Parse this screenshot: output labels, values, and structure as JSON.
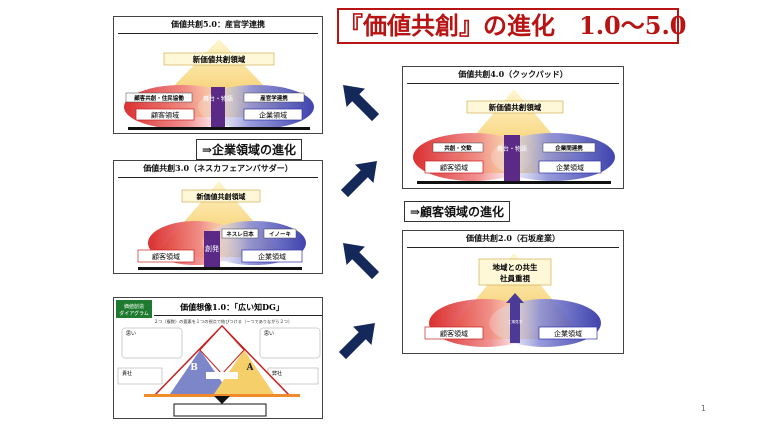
{
  "title": "『価値共創』の進化　1.0～5.0",
  "page_number": "1",
  "callouts": {
    "company": "⇒企業領域の進化",
    "customer": "⇒顧客領域の進化"
  },
  "panels": {
    "v5": {
      "title": "価値共創5.0：産官学連携",
      "new_domain": "新価値共創領域",
      "left_tag": "顧客共創・住民協働",
      "center": "舞台・物語",
      "right_tag": "産官学連携",
      "customer": "顧客領域",
      "company": "企業領域"
    },
    "v4": {
      "title": "価値共創4.0（クックパッド）",
      "new_domain": "新価値共創領域",
      "left_tag": "共創・交歓",
      "center": "舞台・物語",
      "right_tag": "企業間連携",
      "customer": "顧客領域",
      "company": "企業領域"
    },
    "v3": {
      "title": "価値共創3.0（ネスカフェアンバサダー）",
      "new_domain": "新価値共創領域",
      "tag1": "ネスレ日本",
      "tag2": "イノーキ",
      "center": "創発",
      "customer": "顧客領域",
      "company": "企業領域"
    },
    "v2": {
      "title": "価値共創2.0（石坂産業）",
      "new_domain_line1": "地域との共生",
      "new_domain_line2": "社員重視",
      "center": "工場見学",
      "customer": "顧客領域",
      "company": "企業領域"
    },
    "v1": {
      "badge_line1": "価値創造",
      "badge_line2": "ダイアグラム",
      "title": "価値想像1.0：「広い知DG」",
      "subtitle": "２つ（複数）の要素を１つの視点で結びつける（ーつでありながら２つ）",
      "omoi_left": "思い",
      "omoi_right": "思い",
      "kisha": "貴社",
      "heisha": "弊社",
      "b": "B",
      "a": "A"
    }
  },
  "colors": {
    "title_red": "#b81414",
    "arrow_navy": "#15285a",
    "customer_red": "#e02424",
    "company_blue": "#3a3fae",
    "center_purple": "#5a2a86",
    "triangle_yellow": "#f5cf6a"
  }
}
